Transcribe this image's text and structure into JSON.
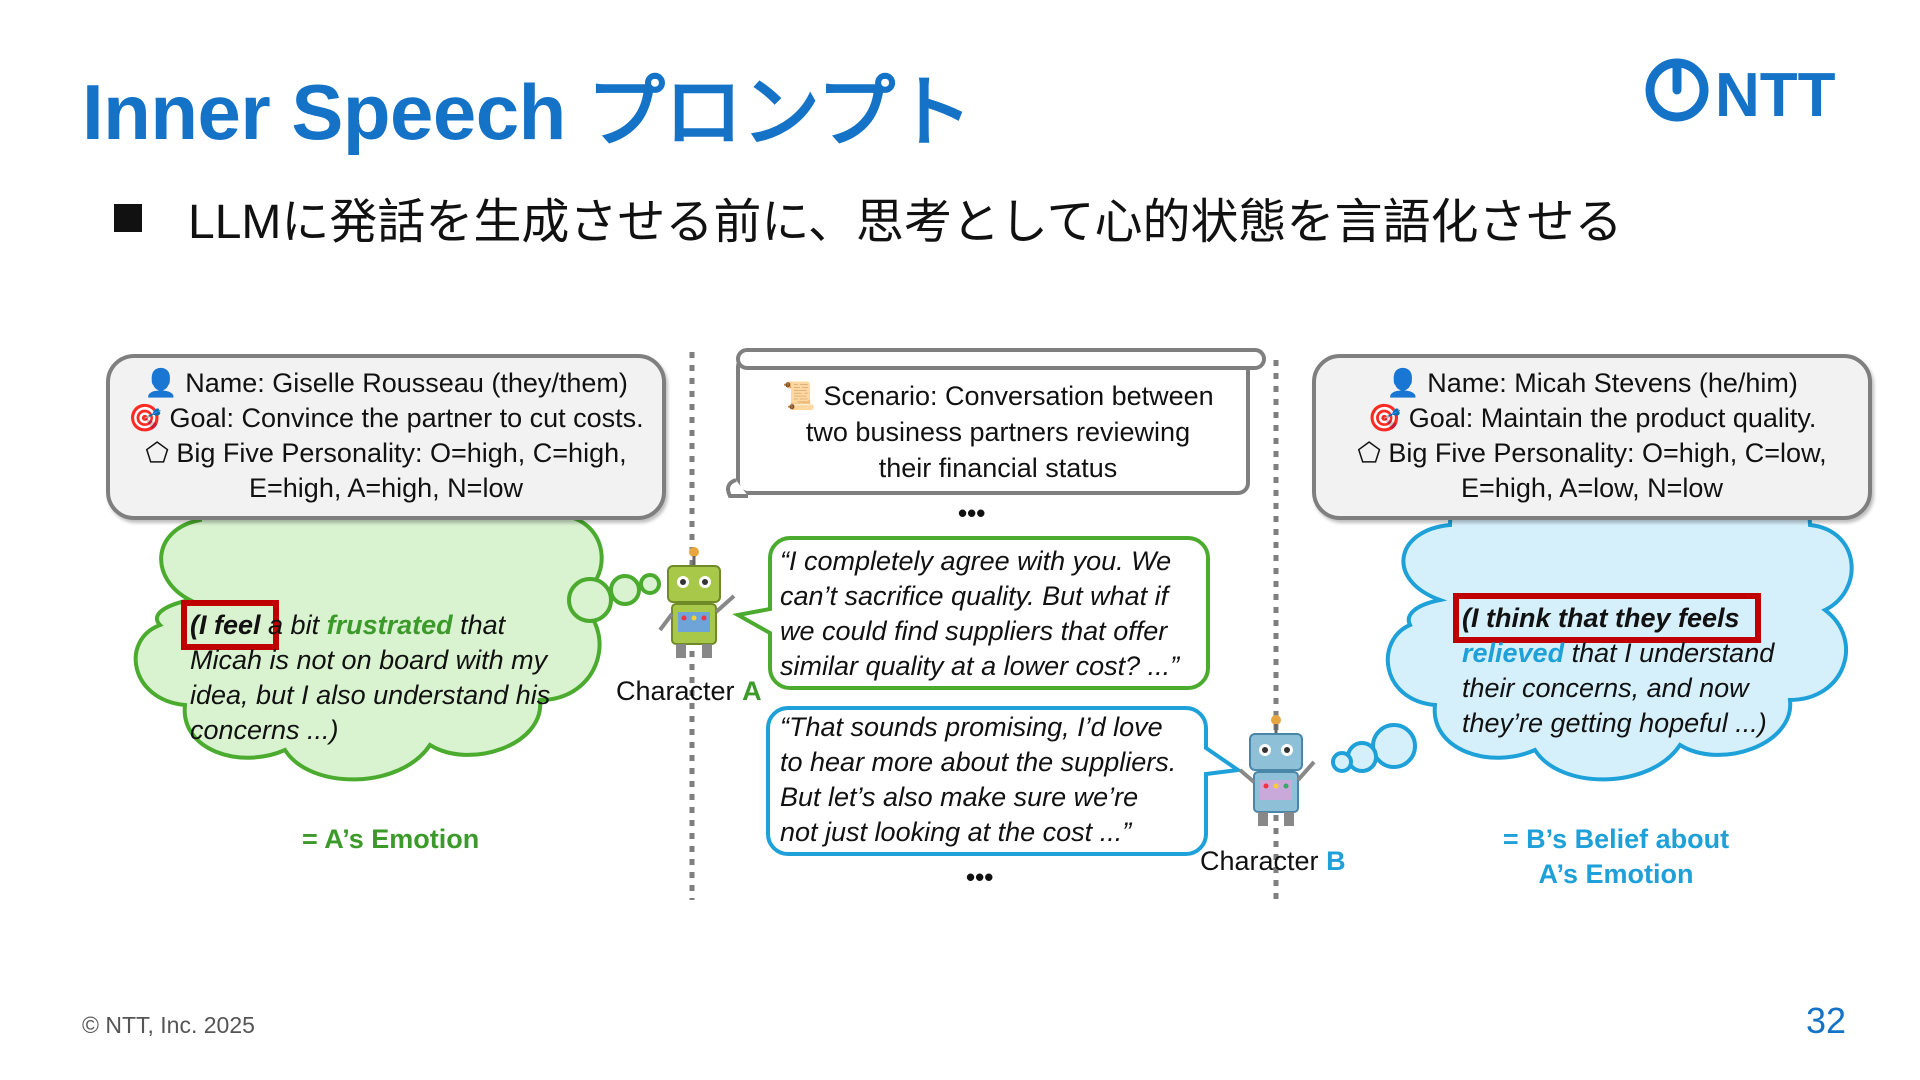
{
  "slide": {
    "title": "Inner Speech プロンプト",
    "bullet": "LLMに発話を生成させる前に、思考として心的状態を言語化させる",
    "logo_text": "NTT",
    "footer": "© NTT, Inc.  2025",
    "page_number": "32"
  },
  "character_a": {
    "name": "Name: Giselle Rousseau (they/them)",
    "goal": "Goal: Convince the partner to cut costs.",
    "personality_1": "Big Five Personality: O=high, C=high,",
    "personality_2": "E=high, A=high, N=low",
    "label_prefix": "Character ",
    "label_letter": "A",
    "thought_highlight": "(I feel",
    "thought_1a": " a bit ",
    "thought_1_emotion": "frustrated",
    "thought_1b": " that",
    "thought_2": "Micah is not on board with my",
    "thought_3": "idea, but I also understand his",
    "thought_4": "concerns ...)",
    "annotation": "= A’s Emotion",
    "speech_1": "“I completely agree with you. We",
    "speech_2": "can’t sacrifice quality. But what if",
    "speech_3": "we could find suppliers that offer",
    "speech_4": "similar quality at a lower cost? ...”"
  },
  "character_b": {
    "name": "Name: Micah Stevens (he/him)",
    "goal": "Goal: Maintain the product quality.",
    "personality_1": "Big Five Personality: O=high, C=low,",
    "personality_2": "E=high, A=low, N=low",
    "label_prefix": "Character ",
    "label_letter": "B",
    "thought_highlight": "(I think that they feels",
    "thought_1_emotion": "relieved",
    "thought_1b": " that I understand",
    "thought_2": "their concerns, and now",
    "thought_3": "they’re getting hopeful ...)",
    "annotation_1": "= B’s Belief about",
    "annotation_2": "A’s Emotion",
    "speech_1": "“That sounds promising, I’d love",
    "speech_2": "to hear more about the suppliers.",
    "speech_3": "But let’s also make sure we’re",
    "speech_4": "not just looking at the cost ...”"
  },
  "scenario": {
    "line_1": "Scenario: Conversation between",
    "line_2": "two business partners reviewing",
    "line_3": "their financial status",
    "ellipsis": "•••"
  },
  "colors": {
    "title_blue": "#1473c7",
    "a_green": "#3c9a2a",
    "a_cloud_fill": "#d9f2d0",
    "b_blue": "#1ea0d8",
    "b_cloud_fill": "#d6f0fb",
    "highlight_red": "#c00000"
  },
  "icons": [
    "person-icon",
    "target-icon",
    "pentagon-icon",
    "scroll-icon",
    "robot-icon",
    "ntt-logo-icon"
  ]
}
